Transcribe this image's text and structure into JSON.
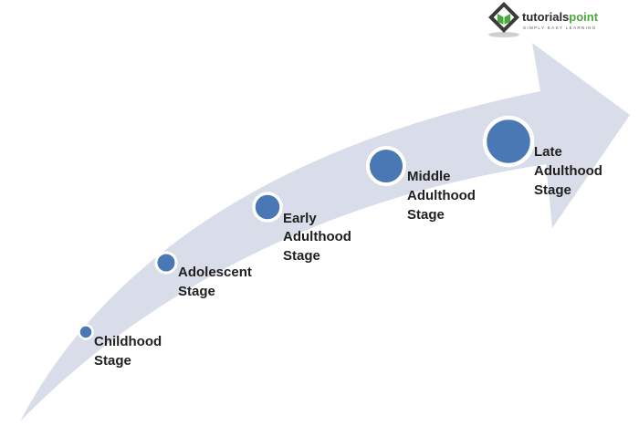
{
  "logo": {
    "name_part1": "tutorials",
    "name_part2": "point",
    "tagline": "SIMPLY EASY LEARNING",
    "accent_color": "#4aa83e",
    "icon": "book-diamond-icon"
  },
  "colors": {
    "arrow_fill": "#d9dde9",
    "dot_fill": "#4a78b5",
    "dot_stroke": "#ffffff"
  },
  "stages": [
    {
      "lines": [
        "Childhood",
        "Stage"
      ]
    },
    {
      "lines": [
        "Adolescent",
        "Stage"
      ]
    },
    {
      "lines": [
        "Early",
        "Adulthood",
        "Stage"
      ]
    },
    {
      "lines": [
        "Middle",
        "Adulthood",
        "Stage"
      ]
    },
    {
      "lines": [
        "Late",
        "Adulthood",
        "Stage"
      ]
    }
  ]
}
